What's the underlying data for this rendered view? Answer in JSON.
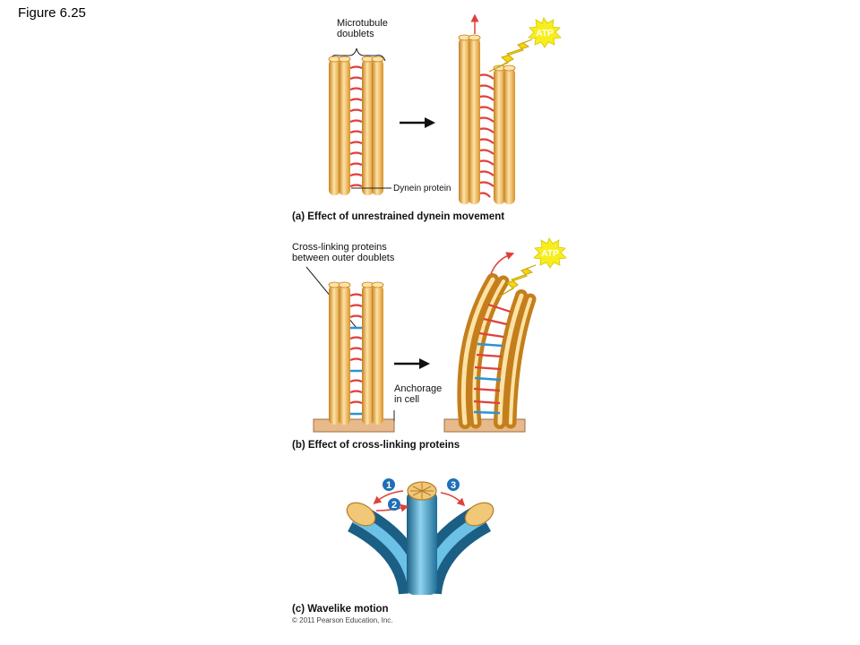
{
  "figure_title": "Figure 6.25",
  "panel_a": {
    "label_doublets": "Microtubule\ndoublets",
    "label_dynein": "Dynein protein",
    "atp": "ATP",
    "caption": "(a) Effect of unrestrained dynein movement"
  },
  "panel_b": {
    "label_crosslink": "Cross-linking proteins\nbetween outer doublets",
    "label_anchorage": "Anchorage\nin cell",
    "atp": "ATP",
    "caption": "(b) Effect of cross-linking proteins"
  },
  "panel_c": {
    "steps": [
      "1",
      "2",
      "3"
    ],
    "caption": "(c) Wavelike motion"
  },
  "copyright": "© 2011 Pearson Education, Inc.",
  "colors": {
    "tubule": "#f2b54e",
    "tubule_light": "#ffe3a6",
    "tubule_dark": "#c47f1c",
    "dynein": "#e0403a",
    "crosslink": "#2a95d6",
    "atp_burst": "#f7ee1d",
    "bolt": "#f6d418",
    "anchor": "#e7b98b",
    "cilium": "#3fa3cf",
    "step_badge": "#1f6fb7"
  }
}
